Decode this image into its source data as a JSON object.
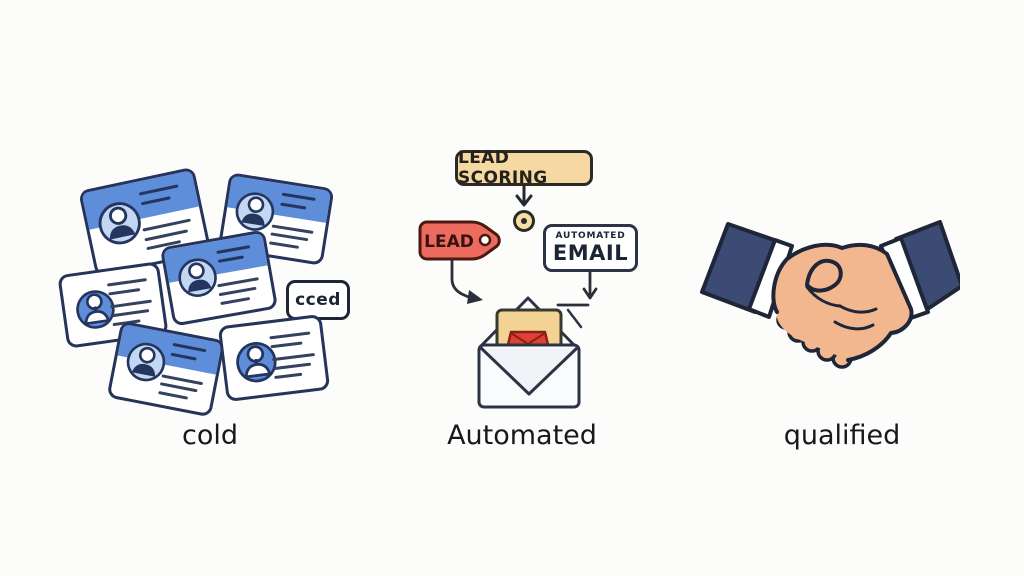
{
  "sections": {
    "cold": {
      "label": "cold",
      "chip_label": "cced",
      "cards": [
        {
          "variant": "blue"
        },
        {
          "variant": "blue"
        },
        {
          "variant": "blue"
        },
        {
          "variant": "white"
        },
        {
          "variant": "blue"
        },
        {
          "variant": "white"
        }
      ]
    },
    "automated": {
      "label": "Automated",
      "lead_scoring_badge": "LEAD SCORING",
      "lead_tag": "LEAD",
      "email_box": {
        "line1": "AUTOMATED",
        "line2": "EMAIL"
      }
    },
    "qualified": {
      "label": "qualified"
    }
  },
  "colors": {
    "background": "#fcfcfb",
    "card_blue": "#5e8dd9",
    "card_border": "#26335a",
    "avatar_light_blue": "#c3d6f2",
    "badge_bg": "#f6d9a2",
    "tag_red": "#ec6a5e",
    "envelope_card_yellow": "#f2d394",
    "mail_icon_red": "#dd4034",
    "sleeve_navy": "#3b4b73",
    "skin": "#f3b78f",
    "label_text": "#15181d"
  }
}
